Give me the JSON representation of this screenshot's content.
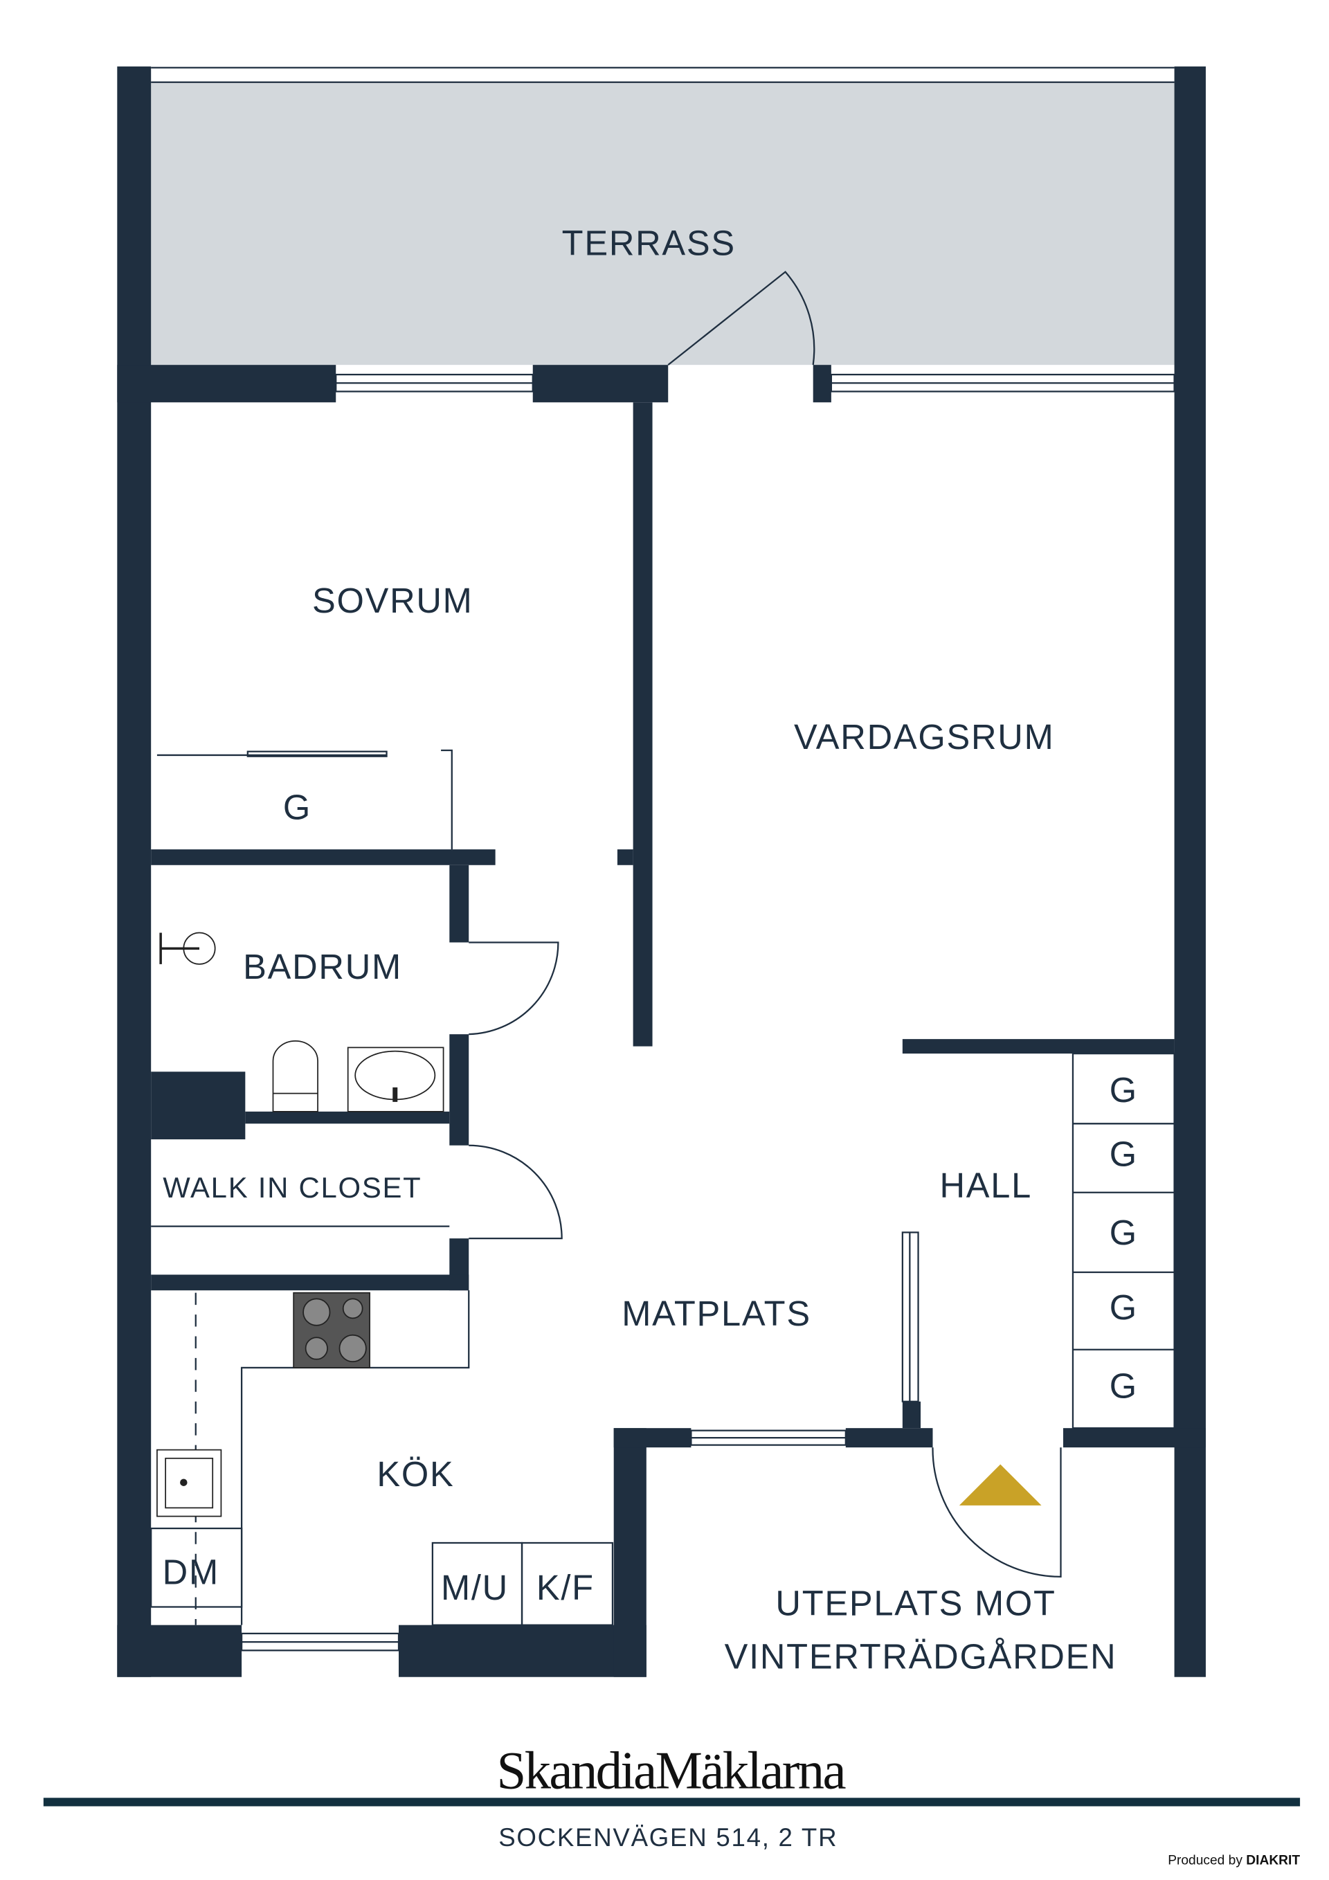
{
  "colors": {
    "wall": "#1f2f40",
    "terrace": "#d3d8dc",
    "entrance_marker": "#c9a227",
    "footer_rule": "#12303f"
  },
  "rooms": {
    "terrass": "TERRASS",
    "sovrum": "SOVRUM",
    "vardagsrum": "VARDAGSRUM",
    "badrum": "BADRUM",
    "walk_in_closet": "WALK IN CLOSET",
    "matplats": "MATPLATS",
    "hall": "HALL",
    "kok": "KÖK",
    "uteplats_line1": "UTEPLATS MOT",
    "uteplats_line2": "VINTERTRÄDGÅRDEN"
  },
  "fixtures": {
    "sovrum_closet": "G",
    "hall_closets": [
      "G",
      "G",
      "G",
      "G",
      "G"
    ],
    "dishwasher": "DM",
    "microwave_oven": "M/U",
    "fridge_freezer": "K/F"
  },
  "footer": {
    "logo": "SkandiaMäklarna",
    "address": "SOCKENVÄGEN 514, 2 TR",
    "produced_by": "Produced by",
    "producer": "DIAKRIT"
  }
}
